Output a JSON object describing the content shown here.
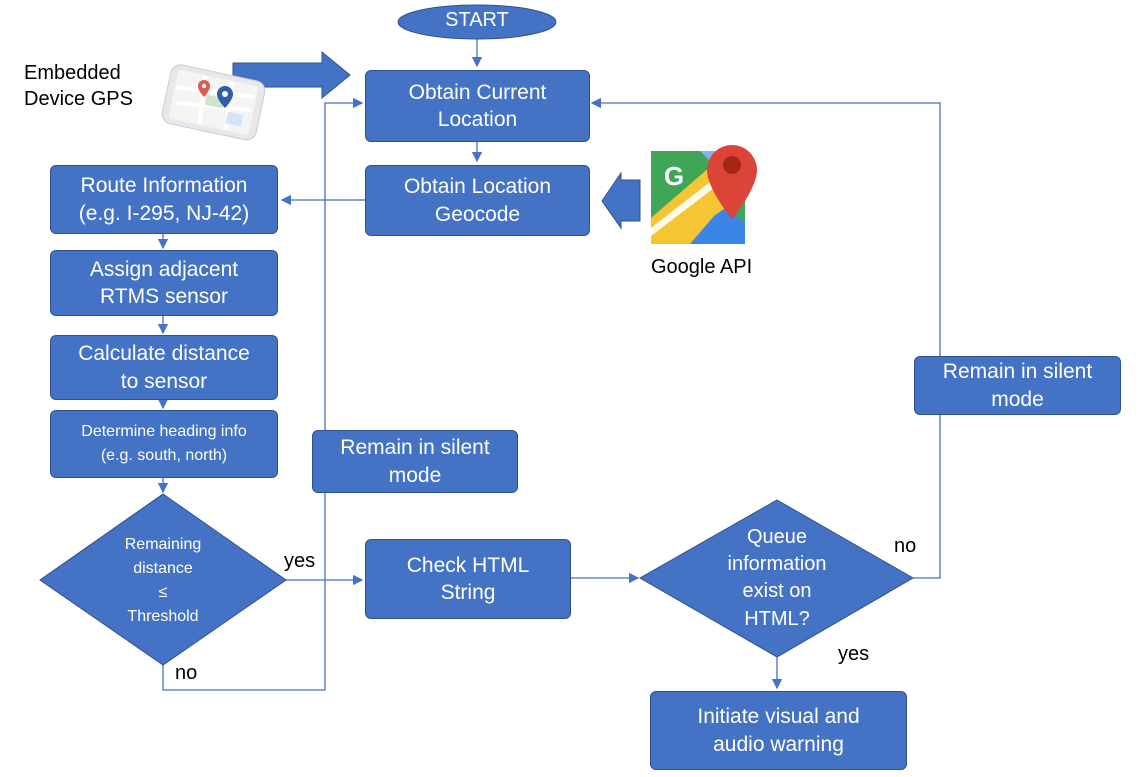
{
  "start": "START",
  "embedded_gps": {
    "line1": "Embedded",
    "line2": "Device GPS"
  },
  "google_api": "Google API",
  "boxes": {
    "obtain_location": [
      "Obtain Current",
      "Location"
    ],
    "obtain_geocode": [
      "Obtain Location",
      "Geocode"
    ],
    "route_info": [
      "Route Information",
      "(e.g. I-295, NJ-42)"
    ],
    "assign_rtms": [
      "Assign adjacent",
      "RTMS sensor"
    ],
    "calc_distance": [
      "Calculate distance",
      "to sensor"
    ],
    "heading_info": [
      "Determine heading info",
      "(e.g. south, north)"
    ],
    "silent_mid": [
      "Remain in silent",
      "mode"
    ],
    "silent_right": [
      "Remain in silent",
      "mode"
    ],
    "check_html": [
      "Check HTML",
      "String"
    ],
    "warning": [
      "Initiate visual and",
      "audio warning"
    ]
  },
  "diamonds": {
    "threshold": [
      "Remaining",
      "distance",
      "≤",
      "Threshold"
    ],
    "queue": [
      "Queue",
      "information",
      "exist on",
      "HTML?"
    ]
  },
  "labels": {
    "yes_threshold": "yes",
    "no_threshold": "no",
    "no_queue": "no",
    "yes_queue": "yes"
  },
  "colors": {
    "box": "#4472C4",
    "line": "#4472C4",
    "text": "#ffffff"
  },
  "icons": [
    "smartphone-map-icon",
    "google-maps-icon"
  ]
}
